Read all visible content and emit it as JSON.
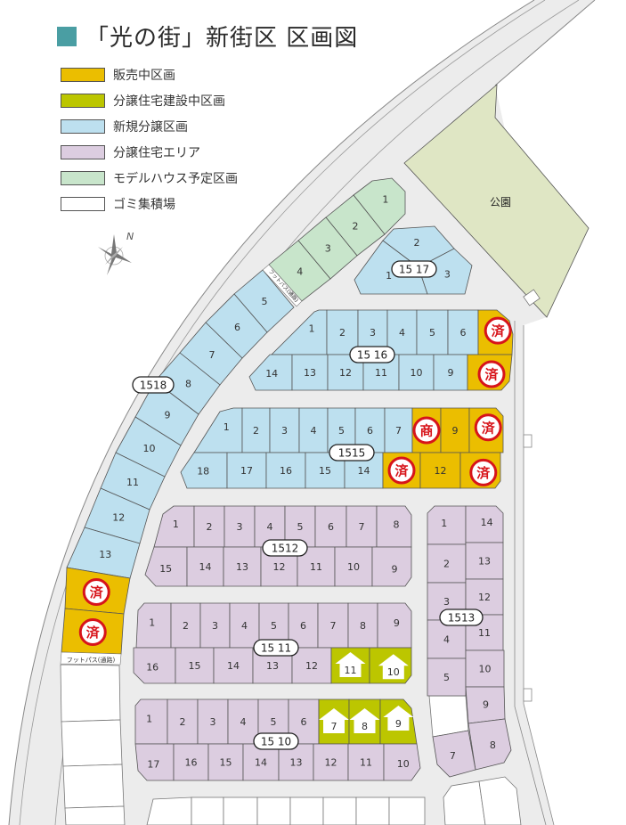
{
  "title": "「光の街」新街区 区画図",
  "legend": [
    {
      "label": "販売中区画",
      "color": "#ebbe00"
    },
    {
      "label": "分譲住宅建設中区画",
      "color": "#bcc600"
    },
    {
      "label": "新規分譲区画",
      "color": "#bde0ef"
    },
    {
      "label": "分譲住宅エリア",
      "color": "#dccde0"
    },
    {
      "label": "モデルハウス予定区画",
      "color": "#c8e5cb"
    },
    {
      "label": "ゴミ集積場",
      "color": "#ffffff"
    }
  ],
  "park": {
    "label": "公園"
  },
  "compass": {
    "label": "N"
  },
  "footpath_label": "フットパス(通路)",
  "colors": {
    "sale": "#ebbe00",
    "construction": "#bcc600",
    "new": "#bde0ef",
    "area": "#dccde0",
    "model": "#c8e5cb",
    "garbage": "#ffffff",
    "road": "#ececec",
    "park": "#dfe6c4",
    "stamp": "#d7141a"
  },
  "blocks": [
    {
      "id": "model",
      "label": null,
      "lots": [
        {
          "no": "1",
          "status": "model"
        },
        {
          "no": "2",
          "status": "model"
        },
        {
          "no": "3",
          "status": "model"
        },
        {
          "no": "4",
          "status": "model"
        }
      ]
    },
    {
      "id": "1517",
      "label": "15 17",
      "lots": [
        {
          "no": "1",
          "status": "new"
        },
        {
          "no": "2",
          "status": "new"
        },
        {
          "no": "3",
          "status": "new"
        }
      ]
    },
    {
      "id": "1518",
      "label": "1518",
      "lots": [
        {
          "no": "5",
          "status": "new"
        },
        {
          "no": "6",
          "status": "new"
        },
        {
          "no": "7",
          "status": "new"
        },
        {
          "no": "8",
          "status": "new"
        },
        {
          "no": "9",
          "status": "new"
        },
        {
          "no": "10",
          "status": "new"
        },
        {
          "no": "11",
          "status": "new"
        },
        {
          "no": "12",
          "status": "new"
        },
        {
          "no": "13",
          "status": "new"
        },
        {
          "status": "sale",
          "mark": "済"
        },
        {
          "status": "sale",
          "mark": "済"
        }
      ]
    },
    {
      "id": "1516",
      "label": "15 16",
      "lots": [
        {
          "no": "1",
          "status": "new"
        },
        {
          "no": "2",
          "status": "new"
        },
        {
          "no": "3",
          "status": "new"
        },
        {
          "no": "4",
          "status": "new"
        },
        {
          "no": "5",
          "status": "new"
        },
        {
          "no": "6",
          "status": "new"
        },
        {
          "status": "sale",
          "mark": "済"
        },
        {
          "no": "14",
          "status": "new"
        },
        {
          "no": "13",
          "status": "new"
        },
        {
          "no": "12",
          "status": "new"
        },
        {
          "no": "11",
          "status": "new"
        },
        {
          "no": "10",
          "status": "new"
        },
        {
          "no": "9",
          "status": "new"
        },
        {
          "status": "sale",
          "mark": "済"
        }
      ]
    },
    {
      "id": "1515",
      "label": "1515",
      "lots": [
        {
          "no": "1",
          "status": "new"
        },
        {
          "no": "2",
          "status": "new"
        },
        {
          "no": "3",
          "status": "new"
        },
        {
          "no": "4",
          "status": "new"
        },
        {
          "no": "5",
          "status": "new"
        },
        {
          "no": "6",
          "status": "new"
        },
        {
          "no": "7",
          "status": "new"
        },
        {
          "status": "sale",
          "mark": "商"
        },
        {
          "no": "9",
          "status": "sale"
        },
        {
          "status": "sale",
          "mark": "済"
        },
        {
          "no": "18",
          "status": "new"
        },
        {
          "no": "17",
          "status": "new"
        },
        {
          "no": "16",
          "status": "new"
        },
        {
          "no": "15",
          "status": "new"
        },
        {
          "no": "14",
          "status": "new"
        },
        {
          "status": "sale",
          "mark": "済"
        },
        {
          "no": "12",
          "status": "sale"
        },
        {
          "status": "sale",
          "mark": "済"
        }
      ]
    },
    {
      "id": "1512",
      "label": "1512",
      "lots": [
        {
          "no": "1",
          "status": "area"
        },
        {
          "no": "2",
          "status": "area"
        },
        {
          "no": "3",
          "status": "area"
        },
        {
          "no": "4",
          "status": "area"
        },
        {
          "no": "5",
          "status": "area"
        },
        {
          "no": "6",
          "status": "area"
        },
        {
          "no": "7",
          "status": "area"
        },
        {
          "no": "8",
          "status": "area"
        },
        {
          "no": "15",
          "status": "area"
        },
        {
          "no": "14",
          "status": "area"
        },
        {
          "no": "13",
          "status": "area"
        },
        {
          "no": "12",
          "status": "area"
        },
        {
          "no": "11",
          "status": "area"
        },
        {
          "no": "10",
          "status": "area"
        },
        {
          "no": "9",
          "status": "area"
        }
      ]
    },
    {
      "id": "1511",
      "label": "15 11",
      "lots": [
        {
          "no": "1",
          "status": "area"
        },
        {
          "no": "2",
          "status": "area"
        },
        {
          "no": "3",
          "status": "area"
        },
        {
          "no": "4",
          "status": "area"
        },
        {
          "no": "5",
          "status": "area"
        },
        {
          "no": "6",
          "status": "area"
        },
        {
          "no": "7",
          "status": "area"
        },
        {
          "no": "8",
          "status": "area"
        },
        {
          "no": "9",
          "status": "area"
        },
        {
          "no": "16",
          "status": "area"
        },
        {
          "no": "15",
          "status": "area"
        },
        {
          "no": "14",
          "status": "area"
        },
        {
          "no": "13",
          "status": "area"
        },
        {
          "no": "12",
          "status": "area"
        },
        {
          "no": "11",
          "status": "construction",
          "mark": "house"
        },
        {
          "no": "10",
          "status": "construction",
          "mark": "house"
        }
      ]
    },
    {
      "id": "1510",
      "label": "15 10",
      "lots": [
        {
          "no": "1",
          "status": "area"
        },
        {
          "no": "2",
          "status": "area"
        },
        {
          "no": "3",
          "status": "area"
        },
        {
          "no": "4",
          "status": "area"
        },
        {
          "no": "5",
          "status": "area"
        },
        {
          "no": "6",
          "status": "area"
        },
        {
          "no": "7",
          "status": "construction",
          "mark": "house"
        },
        {
          "no": "8",
          "status": "construction",
          "mark": "house"
        },
        {
          "no": "9",
          "status": "construction",
          "mark": "house"
        },
        {
          "no": "17",
          "status": "area"
        },
        {
          "no": "16",
          "status": "area"
        },
        {
          "no": "15",
          "status": "area"
        },
        {
          "no": "14",
          "status": "area"
        },
        {
          "no": "13",
          "status": "area"
        },
        {
          "no": "12",
          "status": "area"
        },
        {
          "no": "11",
          "status": "area"
        },
        {
          "no": "10",
          "status": "area"
        }
      ]
    },
    {
      "id": "1513",
      "label": "1513",
      "lots": [
        {
          "no": "1",
          "status": "area"
        },
        {
          "no": "2",
          "status": "area"
        },
        {
          "no": "3",
          "status": "area"
        },
        {
          "no": "4",
          "status": "area"
        },
        {
          "no": "5",
          "status": "area"
        },
        {
          "no": "14",
          "status": "area"
        },
        {
          "no": "13",
          "status": "area"
        },
        {
          "no": "12",
          "status": "area"
        },
        {
          "no": "11",
          "status": "area"
        },
        {
          "no": "10",
          "status": "area"
        },
        {
          "no": "9",
          "status": "area"
        },
        {
          "no": "8",
          "status": "area"
        },
        {
          "no": "7",
          "status": "area"
        }
      ]
    }
  ]
}
